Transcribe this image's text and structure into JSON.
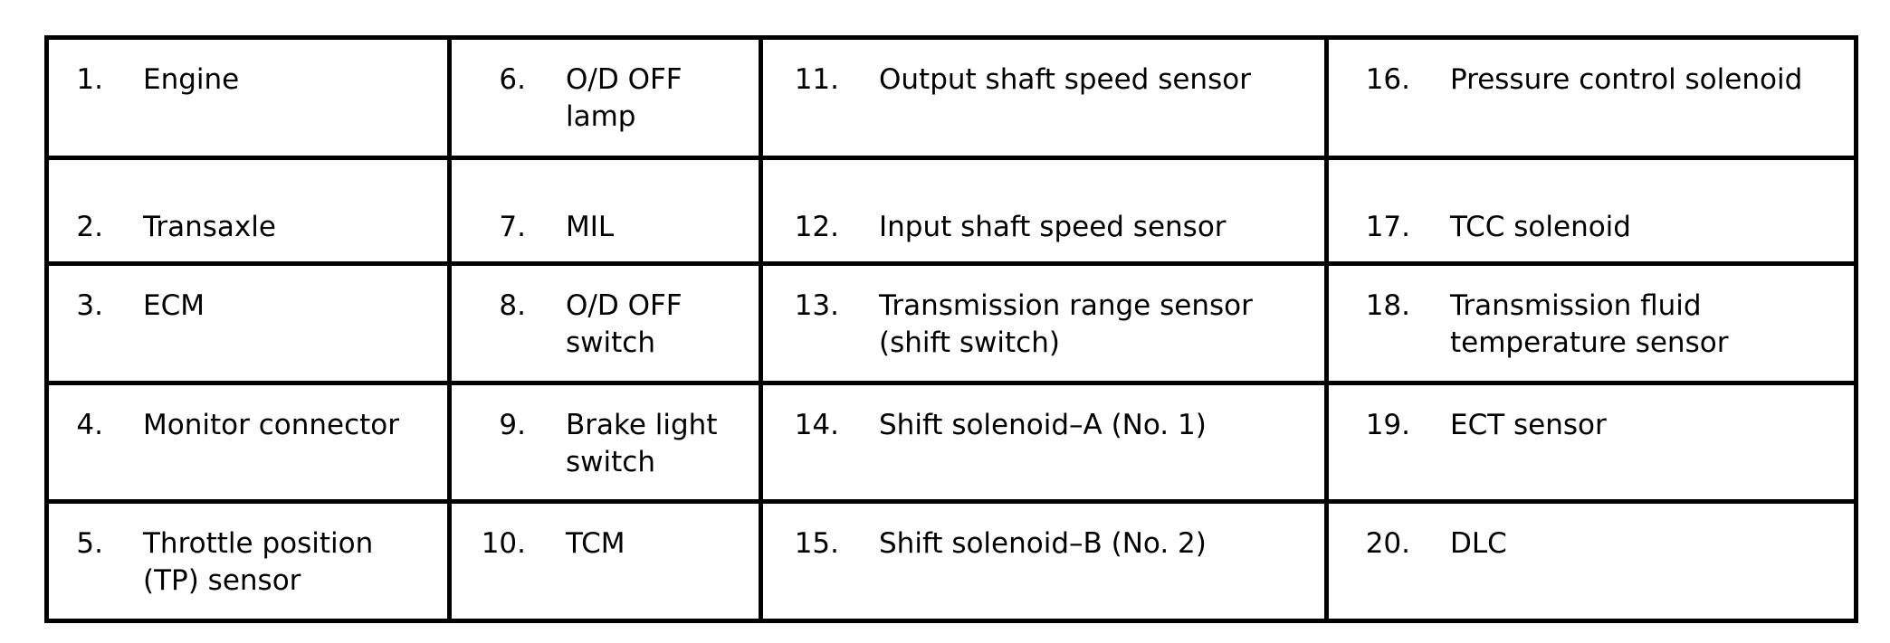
{
  "legend": {
    "rows": [
      [
        {
          "num": "1.",
          "label": "Engine"
        },
        {
          "num": "6.",
          "label": "O/D OFF\nlamp"
        },
        {
          "num": "11.",
          "label": "Output shaft speed sensor"
        },
        {
          "num": "16.",
          "label": "Pressure control solenoid"
        }
      ],
      [
        {
          "num": "2.",
          "label": "Transaxle"
        },
        {
          "num": "7.",
          "label": "MIL"
        },
        {
          "num": "12.",
          "label": "Input shaft speed sensor"
        },
        {
          "num": "17.",
          "label": "TCC solenoid"
        }
      ],
      [
        {
          "num": "3.",
          "label": "ECM"
        },
        {
          "num": "8.",
          "label": "O/D OFF\nswitch"
        },
        {
          "num": "13.",
          "label": "Transmission range sensor\n(shift switch)"
        },
        {
          "num": "18.",
          "label": "Transmission fluid\ntemperature sensor"
        }
      ],
      [
        {
          "num": "4.",
          "label": "Monitor connector"
        },
        {
          "num": "9.",
          "label": "Brake light\nswitch"
        },
        {
          "num": "14.",
          "label": "Shift solenoid–A (No. 1)"
        },
        {
          "num": "19.",
          "label": "ECT sensor"
        }
      ],
      [
        {
          "num": "5.",
          "label": "Throttle position\n(TP) sensor"
        },
        {
          "num": "10.",
          "label": "TCM"
        },
        {
          "num": "15.",
          "label": "Shift solenoid–B (No. 2)"
        },
        {
          "num": "20.",
          "label": "DLC"
        }
      ]
    ]
  }
}
